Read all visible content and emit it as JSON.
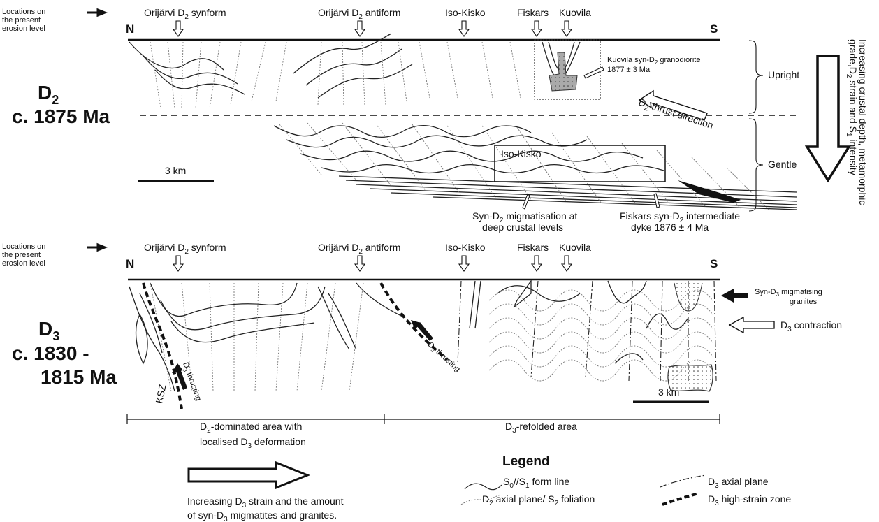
{
  "top": {
    "locations_label": [
      "Locations on",
      "the present",
      "erosion level"
    ],
    "north": "N",
    "south": "S",
    "loc1": "Orijärvi D",
    "loc1_sub": "2",
    "loc1_tail": " synform",
    "loc2": "Orijärvi D",
    "loc2_sub": "2",
    "loc2_tail": " antiform",
    "loc3": "Iso-Kisko",
    "loc4": "Fiskars",
    "loc5": "Kuovila",
    "stage": "D",
    "stage_sub": "2",
    "age": "c. 1875 Ma",
    "granodiorite": [
      "Kuovila syn-D",
      "2",
      " granodiorite",
      "1877 ± 3 Ma"
    ],
    "thrust_dir": [
      "D",
      "2",
      " thrust direction"
    ],
    "box_label": "Iso-Kisko",
    "scale": "3 km",
    "migmatisation": [
      "Syn-D",
      "2",
      " migmatisation at",
      "deep crustal levels"
    ],
    "dyke": [
      "Fiskars syn-D",
      "2",
      " intermediate",
      "dyke 1876 ± 4 Ma"
    ],
    "upright": "Upright",
    "gentle": "Gentle",
    "depth_label": [
      "Increasing crustal depth, metamorphic",
      "grade,D",
      "2",
      " strain and S",
      "1",
      " intensity"
    ]
  },
  "bottom": {
    "locations_label": [
      "Locations on",
      "the present",
      "erosion level"
    ],
    "north": "N",
    "south": "S",
    "loc1": "Orijärvi D",
    "loc1_sub": "2",
    "loc1_tail": " synform",
    "loc2": "Orijärvi D",
    "loc2_sub": "2",
    "loc2_tail": " antiform",
    "loc3": "Iso-Kisko",
    "loc4": "Fiskars",
    "loc5": "Kuovila",
    "stage": "D",
    "stage_sub": "3",
    "age_line1": "c. 1830 -",
    "age_line2": "1815 Ma",
    "ksz": "KSZ",
    "thrust1": [
      "D",
      "3",
      " thrusting"
    ],
    "thrust2": [
      "D",
      "3",
      " thrusting"
    ],
    "granites": [
      "Syn-D",
      "3",
      " migmatising",
      "granites"
    ],
    "contraction": [
      "D",
      "3",
      " contraction"
    ],
    "scale": "3 km",
    "area1": [
      "D",
      "2",
      "-dominated area with",
      "localised D",
      "3",
      " deformation"
    ],
    "area2": [
      "D",
      "3",
      "-refolded area"
    ]
  },
  "legend": {
    "title": "Legend",
    "item1": [
      "S",
      "0",
      "//S",
      "1",
      " form line"
    ],
    "item2": [
      "D",
      "2",
      " axial plane/ S",
      "2",
      " foliation"
    ],
    "item3": [
      "D",
      "3",
      " axial plane"
    ],
    "item4": [
      "D",
      "3",
      " high-strain zone"
    ]
  },
  "strain_note": [
    "Increasing D",
    "3",
    " strain and the amount",
    "of syn-D",
    "3",
    " migmatites and granites."
  ]
}
